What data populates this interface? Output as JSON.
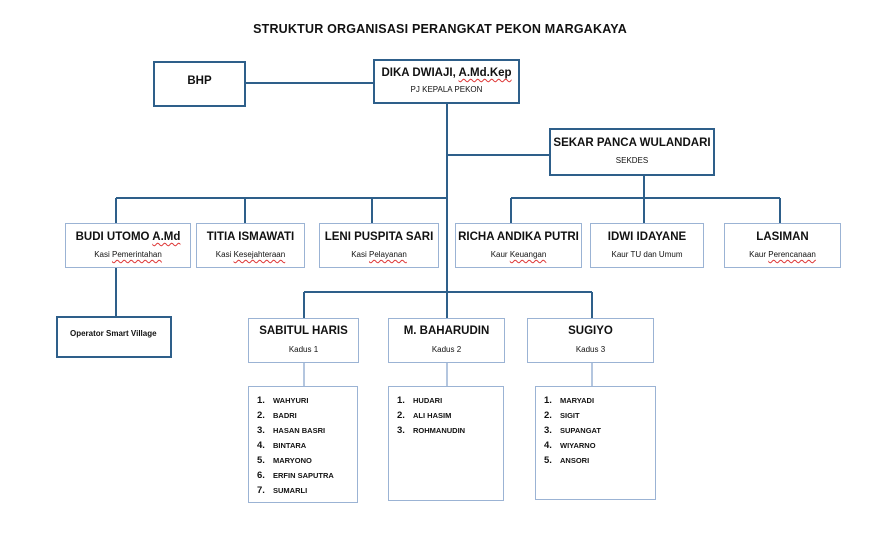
{
  "title": "STRUKTUR ORGANISASI PERANGKAT PEKON MARGAKAYA",
  "bhp": "BHP",
  "head": {
    "name": "DIKA DWIAJI, ",
    "name_suffix": "A.Md.Kep",
    "role": "PJ KEPALA PEKON"
  },
  "sekdes": {
    "name": "SEKAR PANCA WULANDARI",
    "role": "SEKDES"
  },
  "officers": [
    {
      "name": "BUDI UTOMO ",
      "name_suffix": "A.Md",
      "role_prefix": "Kasi ",
      "role_suffix": "Pemerintahan"
    },
    {
      "name": "TITIA ISMAWATI",
      "name_suffix": "",
      "role_prefix": "Kasi ",
      "role_suffix": "Kesejahteraan"
    },
    {
      "name": "LENI PUSPITA SARI",
      "name_suffix": "",
      "role_prefix": "Kasi ",
      "role_suffix": "Pelayanan"
    },
    {
      "name": "RICHA ANDIKA PUTRI",
      "name_suffix": "",
      "role_prefix": "Kaur ",
      "role_suffix": "Keuangan"
    },
    {
      "name": "IDWI IDAYANE",
      "name_suffix": "",
      "role_prefix": "Kaur TU dan Umum",
      "role_suffix": ""
    },
    {
      "name": "LASIMAN",
      "name_suffix": "",
      "role_prefix": "Kaur ",
      "role_suffix": "Perencanaan"
    }
  ],
  "operator": "Operator Smart Village",
  "kadus": [
    {
      "name": "SABITUL HARIS",
      "role": "Kadus 1"
    },
    {
      "name": "M. BAHARUDIN",
      "role": "Kadus 2"
    },
    {
      "name": "SUGIYO",
      "role": "Kadus 3"
    }
  ],
  "members": [
    [
      {
        "num": "1.",
        "name": "WAHYURI"
      },
      {
        "num": "2.",
        "name": "BADRI"
      },
      {
        "num": "3.",
        "name": "HASAN BASRI"
      },
      {
        "num": "4.",
        "name": "BINTARA"
      },
      {
        "num": "5.",
        "name": "MARYONO"
      },
      {
        "num": "6.",
        "name": "ERFIN SAPUTRA"
      },
      {
        "num": "7.",
        "name": "SUMARLI"
      }
    ],
    [
      {
        "num": "1.",
        "name": "HUDARI"
      },
      {
        "num": "2.",
        "name": "ALI HASIM"
      },
      {
        "num": "3.",
        "name": "ROHMANUDIN"
      }
    ],
    [
      {
        "num": "1.",
        "name": "MARYADI"
      },
      {
        "num": "2.",
        "name": "SIGIT"
      },
      {
        "num": "3.",
        "name": "SUPANGAT"
      },
      {
        "num": "4.",
        "name": "WIYARNO"
      },
      {
        "num": "5.",
        "name": "ANSORI"
      }
    ]
  ]
}
